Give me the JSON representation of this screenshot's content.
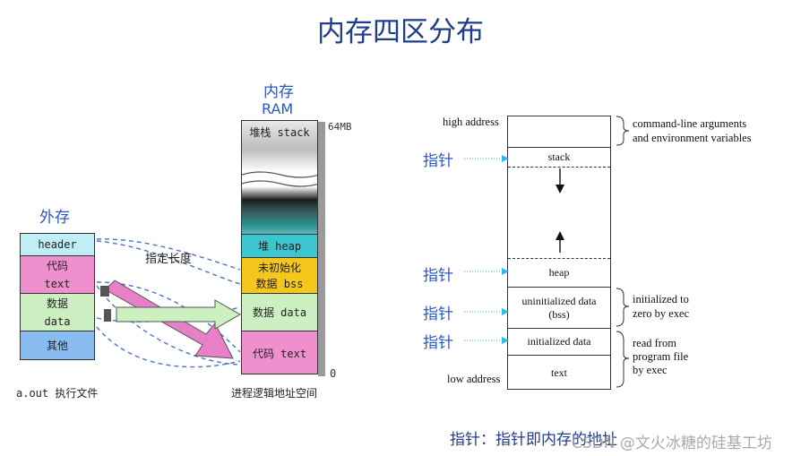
{
  "title": "内存四区分布",
  "left": {
    "external_storage_label": "外存",
    "file_segments": [
      {
        "lines": [
          "header"
        ],
        "color": "#bfeef5"
      },
      {
        "lines": [
          "代码",
          "text"
        ],
        "color": "#f08fce"
      },
      {
        "lines": [
          "数据",
          "data"
        ],
        "color": "#cdf0c2"
      },
      {
        "lines": [
          "其他"
        ],
        "color": "#89bdf2"
      }
    ],
    "file_caption": "a.out 执行文件",
    "arrow_label": "指定长度",
    "memory_label": "内存",
    "ram_label": "RAM",
    "ram_top_marker": "64MB",
    "ram_bottom_marker": "0",
    "ram_segments": [
      {
        "lines": [
          "堆栈 stack"
        ],
        "color": "#e6e6e6"
      },
      {
        "lines": [
          "堆 heap"
        ],
        "color": "#3cc6d0"
      },
      {
        "lines": [
          "未初始化",
          "数据 bss"
        ],
        "color": "#f5c61c"
      },
      {
        "lines": [
          "数据 data"
        ],
        "color": "#cdf0c2"
      },
      {
        "lines": [
          "代码 text"
        ],
        "color": "#f08fce"
      }
    ],
    "ram_caption": "进程逻辑地址空间"
  },
  "right": {
    "high_address": "high address",
    "low_address": "low address",
    "segments": {
      "stack": "stack",
      "heap": "heap",
      "bss_line1": "uninitialized data",
      "bss_line2": "(bss)",
      "init_data": "initialized data",
      "text": "text"
    },
    "notes": {
      "cmdline_1": "command-line arguments",
      "cmdline_2": "and environment variables",
      "init_to_1": "initialized to",
      "init_to_2": "zero by exec",
      "read_from_1": "read from",
      "read_from_2": "program file",
      "read_from_3": "by exec"
    },
    "pointer_label": "指针",
    "pointer_color": "#2eb8e6"
  },
  "footer": {
    "caption": "指针：指针即内存的地址",
    "watermark": "CSDN @文火冰糖的硅基工坊"
  }
}
